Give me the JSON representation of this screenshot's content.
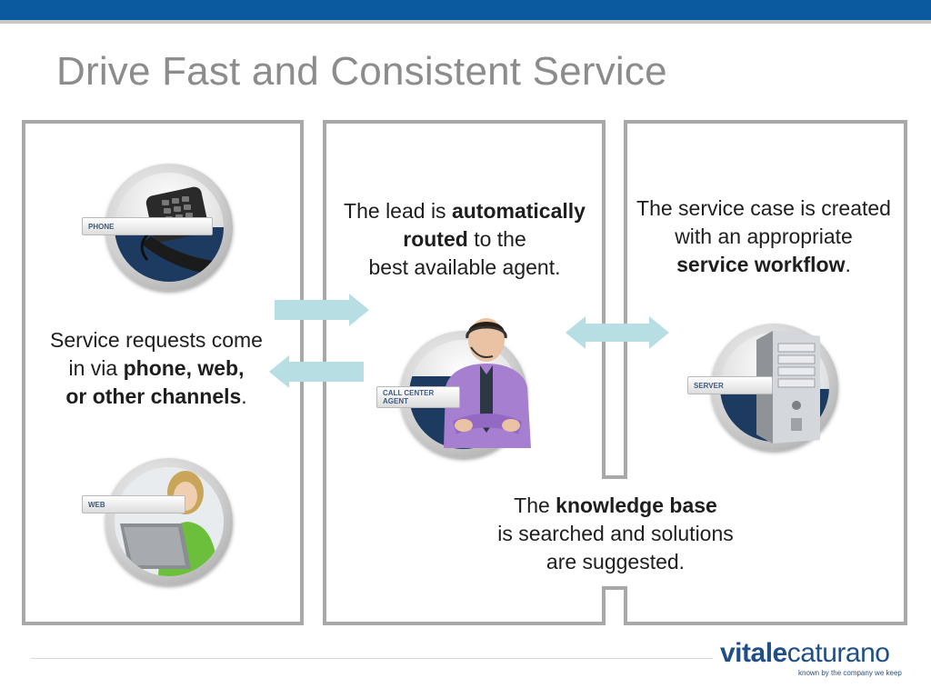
{
  "title": "Drive Fast and Consistent Service",
  "blocks": {
    "requests": {
      "line1": "Service requests come",
      "line2_pre": "in via ",
      "line2_bold": "phone, web,",
      "line3_bold": "or other channels",
      "line3_post": "."
    },
    "routing": {
      "line1_pre": "The lead is ",
      "line1_bold": "automatically",
      "line2_bold": "routed",
      "line2_post": " to the",
      "line3": "best available agent."
    },
    "service_case": {
      "line1": "The service case is created",
      "line2": "with an appropriate",
      "line3_bold": "service workflow",
      "line3_post": "."
    },
    "knowledge": {
      "line1_pre": "The ",
      "line1_bold": "knowledge base",
      "line2": "is searched and solutions",
      "line3": "are suggested."
    }
  },
  "badges": {
    "phone": {
      "label": "PHONE",
      "icon": "phone-icon"
    },
    "web": {
      "label": "WEB",
      "icon": "woman-laptop-icon"
    },
    "agent": {
      "label_line1": "CALL CENTER",
      "label_line2": "AGENT",
      "icon": "call-center-agent-icon"
    },
    "server": {
      "label": "SERVER",
      "icon": "server-tower-icon"
    }
  },
  "logo": {
    "part1": "vitale",
    "part2": "caturano",
    "tagline": "known by the company we keep"
  },
  "colors": {
    "brand_blue": "#0b5aa0",
    "arrow_teal": "#b7dfe3",
    "panel_border": "#a8a8a8",
    "title_gray": "#8c8c8c"
  }
}
